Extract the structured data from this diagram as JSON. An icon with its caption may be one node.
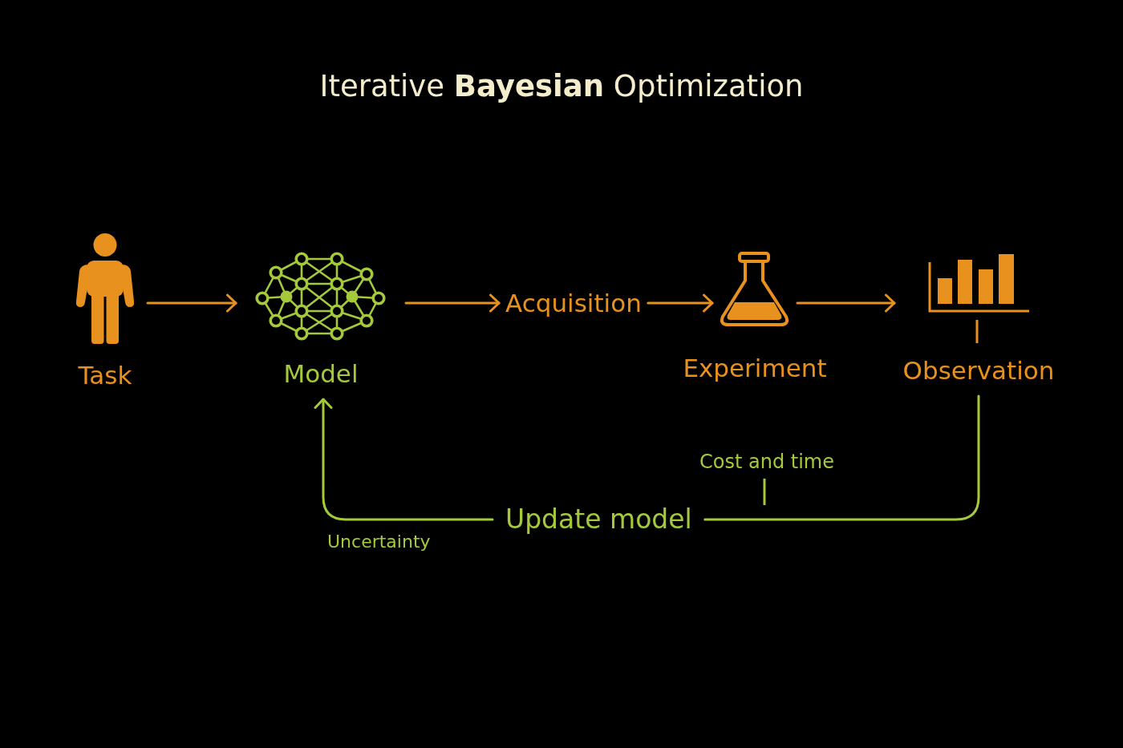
{
  "diagram": {
    "title": "Iterative **Bayesian** Optimization",
    "nodes": [
      {
        "text": [
          "Task"
        ]
      },
      {
        "text": [
          "Model"
        ]
      },
      {
        "text": [
          "Acquisition"
        ]
      },
      {
        "text": [
          "Experiment"
        ]
      },
      {
        "text": [
          "Observation"
        ]
      },
      {
        "text": [
          "Update model"
        ]
      }
    ],
    "edges": [
      {
        "from": 0,
        "to": 1,
        "arrow": "to"
      },
      {
        "from": 1,
        "to": 2,
        "arrow": "to"
      },
      {
        "from": 2,
        "to": 3,
        "arrow": "to"
      },
      {
        "from": 3,
        "to": 4,
        "arrow": "to"
      },
      {
        "from": 4,
        "to": 5,
        "arrow": "none",
        "color": "#a4c93b"
      },
      {
        "from": 5,
        "to": 1,
        "arrow": "to",
        "color": "#a4c93b"
      }
    ],
    "labels": [
      "Cost and time",
      "Uncertainty"
    ]
  }
}
